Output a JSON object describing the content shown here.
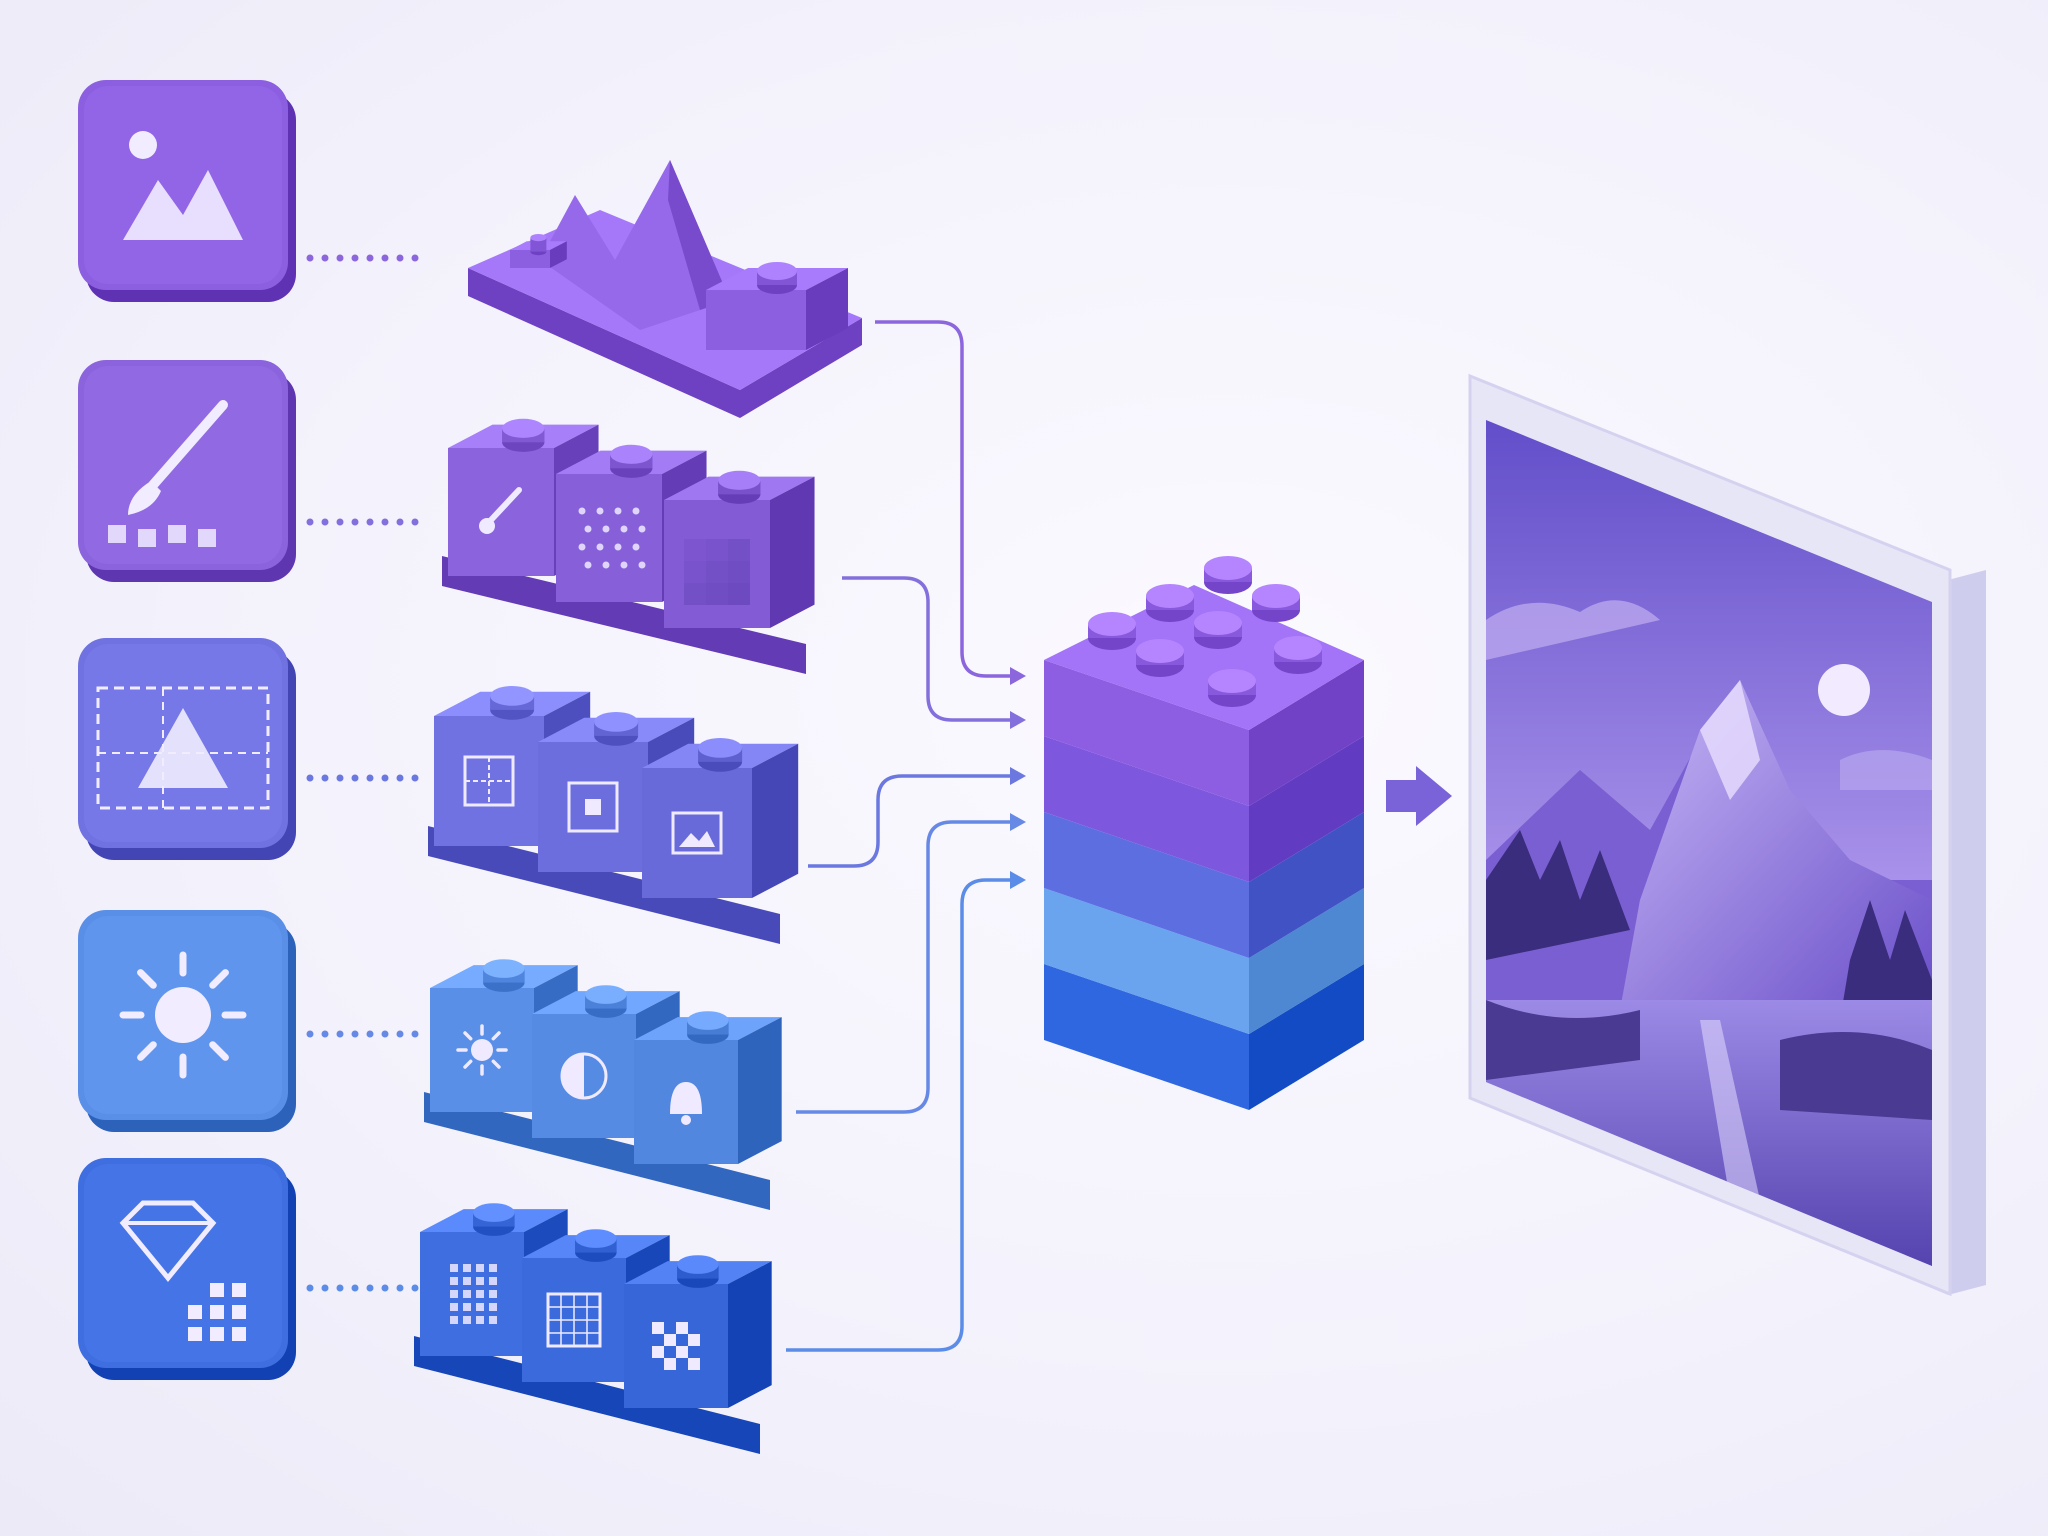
{
  "palette": {
    "row_colors": [
      "#8b5fe0",
      "#8a63dd",
      "#6f72e0",
      "#5a8fe8",
      "#3f6ee0"
    ],
    "connector": [
      "#8b66dd",
      "#8470dc",
      "#6a78e0",
      "#6789e6",
      "#5a8ce8"
    ],
    "stack": [
      "#8d5de2",
      "#7d58df",
      "#5c6ee0",
      "#6aa3ee",
      "#2f67e0"
    ],
    "frame": "#dcdcf5",
    "sky_top": "#6d56cf",
    "sky_bottom": "#c9b6f2"
  },
  "rows": [
    {
      "id": "image",
      "icon": "image-icon",
      "blocks": [
        "mountain-shape",
        "bump",
        "bump"
      ]
    },
    {
      "id": "style",
      "icon": "brush-icon",
      "blocks": [
        "brush-icon",
        "dots-pattern",
        "gradient-squares"
      ]
    },
    {
      "id": "layout",
      "icon": "crop-icon",
      "blocks": [
        "grid-icon",
        "square-icon",
        "picture-icon"
      ]
    },
    {
      "id": "light",
      "icon": "sun-icon",
      "blocks": [
        "sun-icon",
        "contrast-icon",
        "bell-icon"
      ]
    },
    {
      "id": "detail",
      "icon": "diamond-icon",
      "blocks": [
        "dot-grid-icon",
        "mesh-icon",
        "checker-icon"
      ]
    }
  ],
  "stack_layers": 5,
  "output": {
    "icon": "landscape-image"
  }
}
